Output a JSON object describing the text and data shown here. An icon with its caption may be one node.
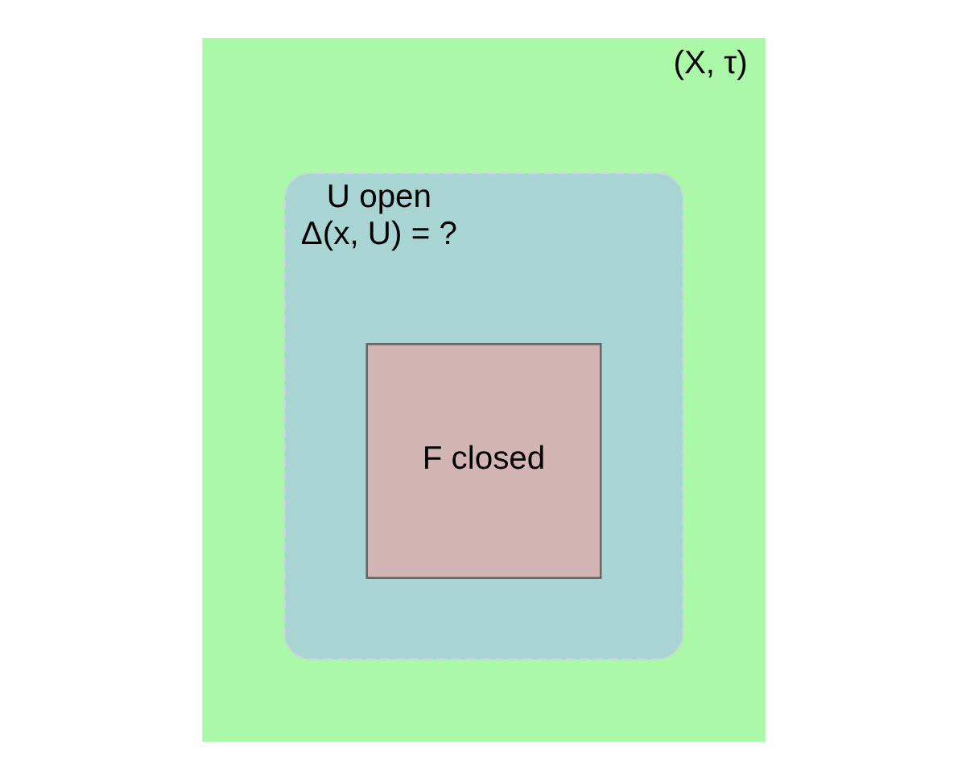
{
  "diagram": {
    "nodes": [
      {
        "text": [
          "(X, τ)"
        ]
      },
      {
        "text": [
          "U open",
          "Δ(x, U) = ?"
        ],
        "in": 0
      },
      {
        "text": [
          "F closed"
        ],
        "in": 1
      }
    ]
  }
}
